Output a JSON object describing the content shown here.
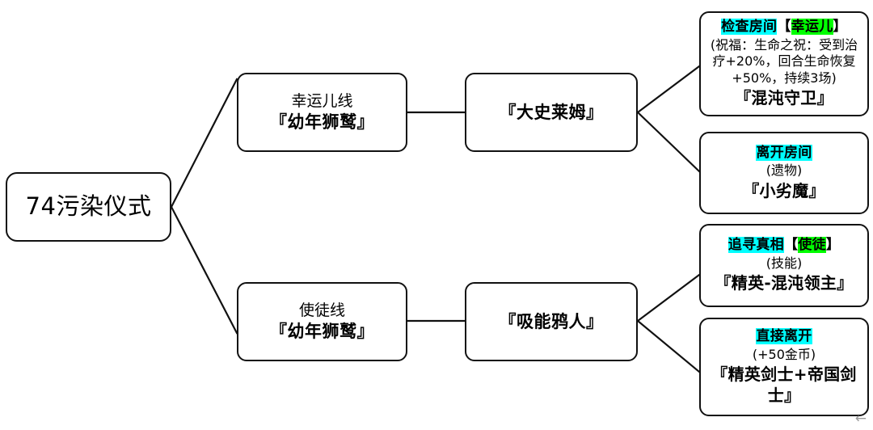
{
  "diagram": {
    "root": {
      "label": "74污染仪式"
    },
    "branches": [
      {
        "name": "lucky-branch",
        "stage1": {
          "line1": "幸运儿线",
          "line2": "『幼年狮鹫』"
        },
        "stage2": {
          "line1": "『大史莱姆』"
        },
        "leaves": [
          {
            "name": "inspect-room",
            "choice": "检查房间",
            "tag_open": "【",
            "tag": "幸运儿",
            "tag_close": "】",
            "detail": "(祝福：生命之祝：受到治疗+20%，回合生命恢复+50%，持续3场)",
            "result": "『混沌守卫』"
          },
          {
            "name": "leave-room",
            "choice": "离开房间",
            "tag_open": "",
            "tag": "",
            "tag_close": "",
            "detail": "(遗物)",
            "result": "『小劣魔』"
          }
        ]
      },
      {
        "name": "apostle-branch",
        "stage1": {
          "line1": "使徒线",
          "line2": "『幼年狮鹫』"
        },
        "stage2": {
          "line1": "『吸能鸦人』"
        },
        "leaves": [
          {
            "name": "seek-truth",
            "choice": "追寻真相",
            "tag_open": "【",
            "tag": "使徒",
            "tag_close": "】",
            "detail": "(技能)",
            "result": "『精英-混沌领主』"
          },
          {
            "name": "leave-directly",
            "choice": "直接离开",
            "tag_open": "",
            "tag": "",
            "tag_close": "",
            "detail": "(+50金币)",
            "result": "『精英剑士+帝国剑士』"
          }
        ]
      }
    ],
    "corner_arrow": "←",
    "colors": {
      "choice_highlight": "#00ffff",
      "tag_highlight": "#00ff00",
      "border": "#111111",
      "background": "#ffffff",
      "arrow": "#9a9a9a"
    }
  }
}
